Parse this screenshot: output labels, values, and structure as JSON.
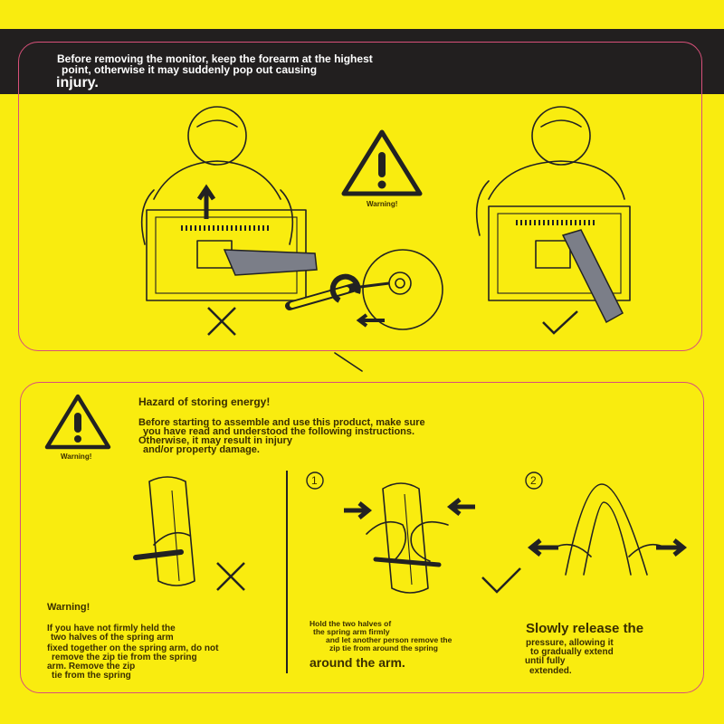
{
  "top_warning": {
    "line1": "Before removing the monitor, keep the forearm at the highest",
    "line2": "point, otherwise it may suddenly pop out causing",
    "line3": "injury."
  },
  "warning_sign_top": {
    "label": "Warning!",
    "icon": "warning-triangle-icon"
  },
  "hazard": {
    "title": "Hazard of storing energy!",
    "line1": "Before starting to assemble and use this product, make sure",
    "line2": "you have read and understood the following instructions.",
    "line3": "Otherwise, it may result in injury",
    "line4": "and/or property damage.",
    "sign_label": "Warning!"
  },
  "step_markers": {
    "one": "1",
    "two": "2"
  },
  "left_warning": {
    "title": "Warning!",
    "line1": "If you have not firmly held the",
    "line2": "two halves of the spring arm",
    "line3": "fixed together on the spring arm, do not",
    "line4": "remove the zip tie from the spring",
    "line5": "arm. Remove the zip",
    "line6": "tie from the spring"
  },
  "step1_text": {
    "line1": "Hold the two halves of",
    "line2": "the spring arm firmly",
    "line3": "and let another person remove the",
    "line4": "zip tie from around the spring",
    "line5": "around the arm."
  },
  "step2_text": {
    "line1": "Slowly release the",
    "line2": "pressure, allowing it",
    "line3": "to gradually extend",
    "line4": "until fully",
    "line5": "extended."
  },
  "colors": {
    "background": "#f9ec0f",
    "top_bar": "#221f1f",
    "panel_border": "#d8507a",
    "text": "#3a2e00"
  }
}
